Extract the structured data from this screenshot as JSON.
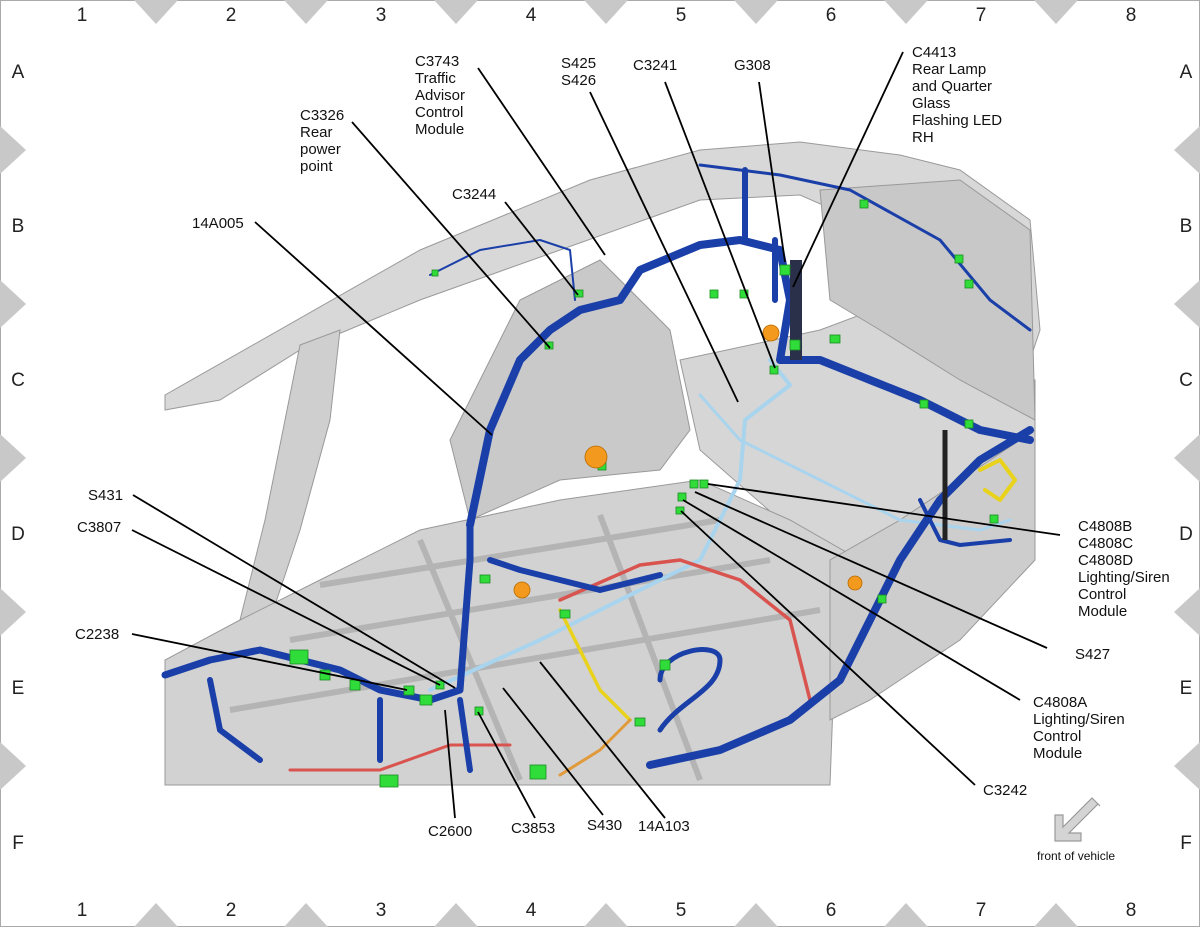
{
  "grid": {
    "columns": [
      "1",
      "2",
      "3",
      "4",
      "5",
      "6",
      "7",
      "8"
    ],
    "rows": [
      "A",
      "B",
      "C",
      "D",
      "E",
      "F"
    ]
  },
  "callouts": {
    "c3743": [
      "C3743",
      "Traffic",
      "Advisor",
      "Control",
      "Module"
    ],
    "s425": [
      "S425",
      "S426"
    ],
    "c3241": [
      "C3241"
    ],
    "g308": [
      "G308"
    ],
    "c4413": [
      "C4413",
      "Rear Lamp",
      "and Quarter",
      "Glass",
      "Flashing LED",
      "RH"
    ],
    "c3326": [
      "C3326",
      "Rear",
      "power",
      "point"
    ],
    "c3244": [
      "C3244"
    ],
    "a14a005": [
      "14A005"
    ],
    "s431": [
      "S431"
    ],
    "c3807": [
      "C3807"
    ],
    "c2238": [
      "C2238"
    ],
    "c4808b": [
      "C4808B",
      "C4808C",
      "C4808D",
      "Lighting/Siren",
      "Control",
      "Module"
    ],
    "s427": [
      "S427"
    ],
    "c4808a": [
      "C4808A",
      "Lighting/Siren",
      "Control",
      "Module"
    ],
    "c3242": [
      "C3242"
    ],
    "c2600": [
      "C2600"
    ],
    "c3853": [
      "C3853"
    ],
    "s430": [
      "S430"
    ],
    "a14a103": [
      "14A103"
    ]
  },
  "orientation_label": "front of vehicle",
  "colors": {
    "harness_main": "#1a3fa8",
    "harness_light": "#a8d4ee",
    "harness_red": "#d9534f",
    "harness_yellow": "#e8d21c",
    "connector": "#2fdc3a",
    "connector_orange": "#f39a1e",
    "body": "#cfcfcf"
  },
  "icons": {
    "orientation": "arrow-icon"
  }
}
